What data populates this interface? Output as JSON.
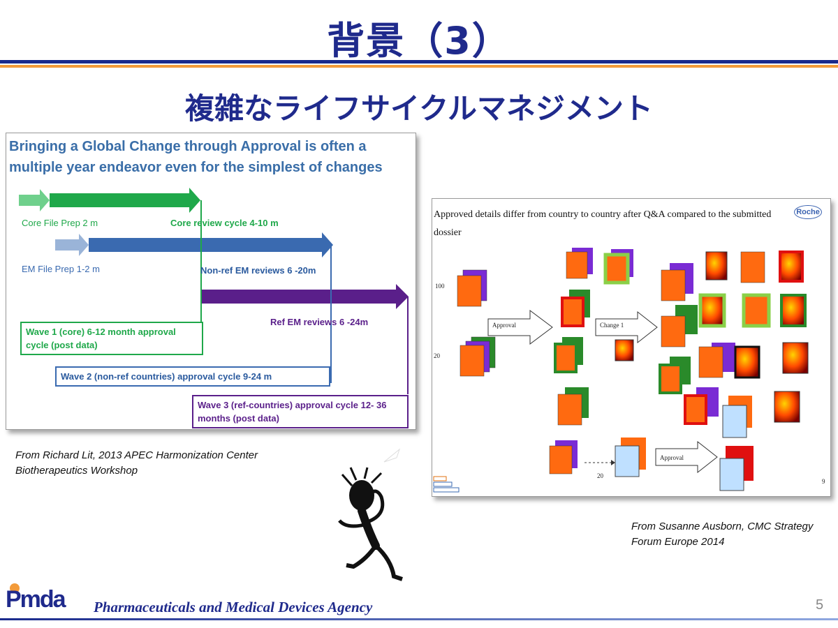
{
  "slide": {
    "title": "背景（3）",
    "subtitle": "複雑なライフサイクルマネジメント",
    "page_number": "5"
  },
  "left_figure": {
    "heading": "Bringing a Global Change through Approval is often a multiple year endeavor even for the simplest of changes",
    "labels": {
      "core_prep": "Core File Prep 2 m",
      "core_review": "Core review cycle 4-10 m",
      "em_prep": "EM File Prep 1-2 m",
      "nonref_review": "Non-ref EM reviews 6 -20m",
      "ref_review": "Ref EM reviews 6 -24m"
    },
    "waves": {
      "wave1": "Wave 1 (core) 6-12 month approval cycle (post data)",
      "wave2": "Wave 2 (non-ref countries) approval cycle 9-24 m",
      "wave3": "Wave 3 (ref-countries) approval cycle 12- 36 months (post data)"
    },
    "colors": {
      "green": "#1fa84a",
      "light_green": "#6fd08c",
      "blue": "#3a6ab0",
      "light_blue": "#9ab4d8",
      "purple": "#5a1f8a"
    }
  },
  "right_figure": {
    "heading": "Approved details differ from country to country after Q&A compared to the submitted dossier",
    "logo_text": "Roche",
    "arrow_labels": {
      "approval_1": "Approval",
      "change": "Change 1",
      "approval_2": "Approval"
    },
    "numbers": {
      "n100": "100",
      "n20a": "20",
      "n20b": "20",
      "n9": "9"
    }
  },
  "credits": {
    "left": "From Richard Lit, 2013 APEC Harmonization Center Biotherapeutics Workshop",
    "right": "From Susanne Ausborn, CMC Strategy Forum Europe 2014"
  },
  "footer": {
    "logo_text": "Pmda",
    "agency": "Pharmaceuticals and Medical Devices Agency"
  }
}
